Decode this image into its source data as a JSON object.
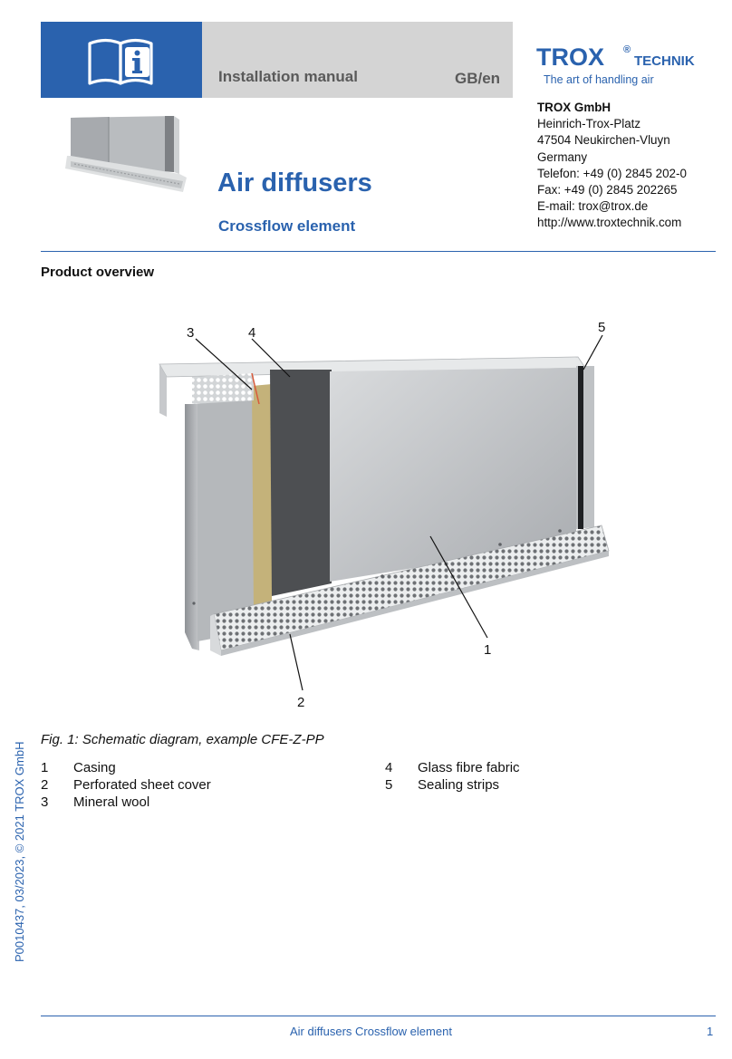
{
  "header": {
    "manual_title": "Installation manual",
    "language": "GB/en",
    "icon": "manual-info-icon",
    "brand": {
      "name": "TROX",
      "registered": "®",
      "suffix": "TECHNIK",
      "tagline": "The art of handling air"
    },
    "colors": {
      "brand_blue": "#2a62ae",
      "header_grey": "#d4d4d4"
    }
  },
  "company": {
    "name": "TROX GmbH",
    "street": "Heinrich-Trox-Platz",
    "city": "47504 Neukirchen-Vluyn",
    "country": "Germany",
    "phone": "Telefon: +49 (0) 2845 202-0",
    "fax": "Fax: +49 (0) 2845 202265",
    "email": "E-mail: trox@trox.de",
    "web": "http://www.troxtechnik.com"
  },
  "document": {
    "title": "Air diffusers",
    "subtitle": "Crossflow element"
  },
  "section": {
    "title": "Product overview"
  },
  "figure": {
    "callouts": [
      "3",
      "4",
      "5",
      "1",
      "2"
    ],
    "caption": "Fig. 1: Schematic diagram, example CFE-Z-PP"
  },
  "legend": [
    {
      "num": "1",
      "label": "Casing"
    },
    {
      "num": "2",
      "label": "Perforated sheet cover"
    },
    {
      "num": "3",
      "label": "Mineral wool"
    },
    {
      "num": "4",
      "label": "Glass fibre fabric"
    },
    {
      "num": "5",
      "label": "Sealing strips"
    }
  ],
  "side_note": "P0010437, 03/2023, © 2021 TROX GmbH",
  "footer": {
    "title": "Air diffusers Crossflow element",
    "page": "1"
  }
}
